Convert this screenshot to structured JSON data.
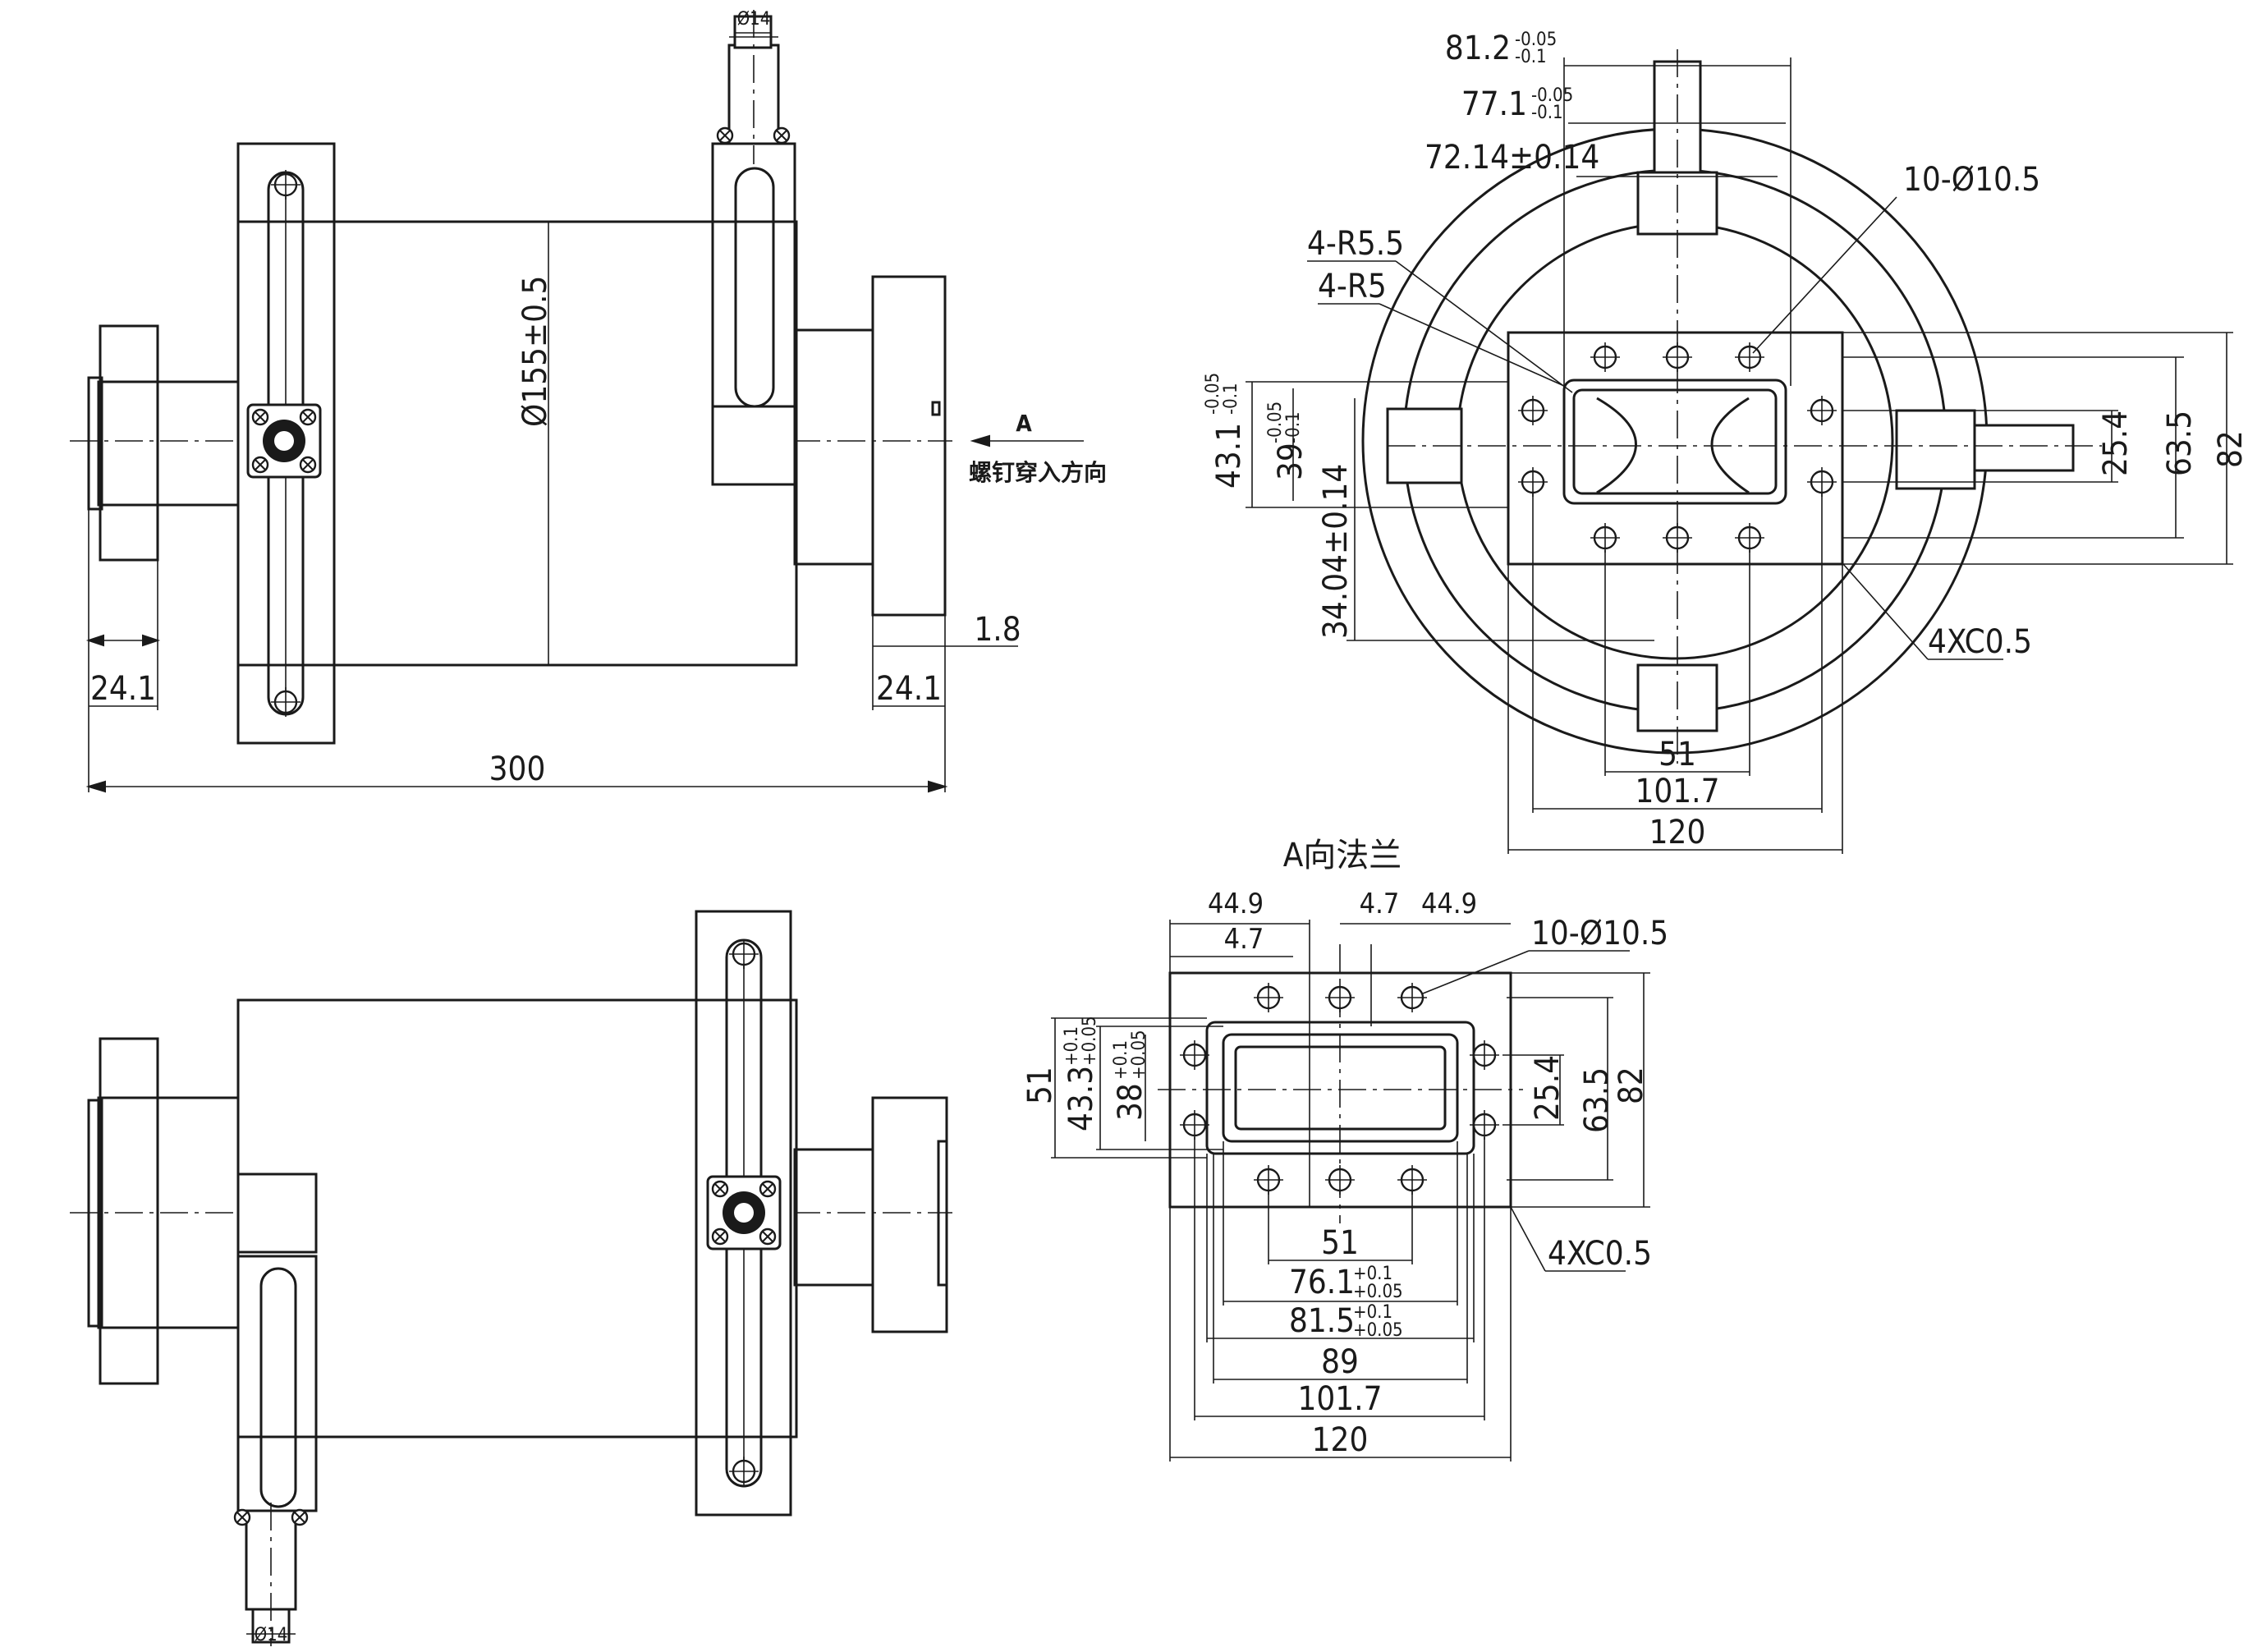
{
  "drawing": {
    "top_left_view": {
      "dim_overall": "300",
      "dim_left_flange": "24.1",
      "dim_right_flange": "24.1",
      "dim_gap": "1.8",
      "dim_body": "Ø155±0.5",
      "dim_hose": "Ø14",
      "view_mark": "A",
      "note": "螺钉穿入方向"
    },
    "top_right_view": {
      "dim_a": "81.2",
      "dim_a_tol_upper": "-0.05",
      "dim_a_tol_lower": "-0.1",
      "dim_b": "77.1",
      "dim_b_tol_upper": "-0.05",
      "dim_b_tol_lower": "-0.1",
      "dim_c": "72.14±0.14",
      "holes": "10-Ø10.5",
      "r1": "4-R5.5",
      "r2": "4-R5",
      "dim_h1": "43.1",
      "dim_h1_tol_upper": "-0.05",
      "dim_h1_tol_lower": "-0.1",
      "dim_h2": "39",
      "dim_h2_tol_upper": "-0.05",
      "dim_h2_tol_lower": "-0.1",
      "dim_h3": "34.04±0.14",
      "dim_254": "25.4",
      "dim_635": "63.5",
      "dim_82": "82",
      "chamfer": "4XC0.5",
      "dim_51": "51",
      "dim_1017": "101.7",
      "dim_120": "120"
    },
    "flange_view": {
      "title": "A向法兰",
      "dim_449_left": "44.9",
      "dim_47_left": "4.7",
      "dim_47_right": "4.7",
      "dim_449_right": "44.9",
      "holes": "10-Ø10.5",
      "dim_51_v": "51",
      "dim_433": "43.3",
      "dim_433_tol_upper": "+0.1",
      "dim_433_tol_lower": "+0.05",
      "dim_38": "38",
      "dim_38_tol_upper": "+0.1",
      "dim_38_tol_lower": "+0.05",
      "dim_254": "25.4",
      "dim_635": "63.5",
      "dim_82": "82",
      "chamfer": "4XC0.5",
      "dim_51_h": "51",
      "dim_761": "76.1",
      "dim_761_tol_upper": "+0.1",
      "dim_761_tol_lower": "+0.05",
      "dim_815": "81.5",
      "dim_815_tol_upper": "+0.1",
      "dim_815_tol_lower": "+0.05",
      "dim_89": "89",
      "dim_1017": "101.7",
      "dim_120": "120"
    },
    "bottom_left_view": {
      "dim_hose": "Ø14"
    }
  }
}
